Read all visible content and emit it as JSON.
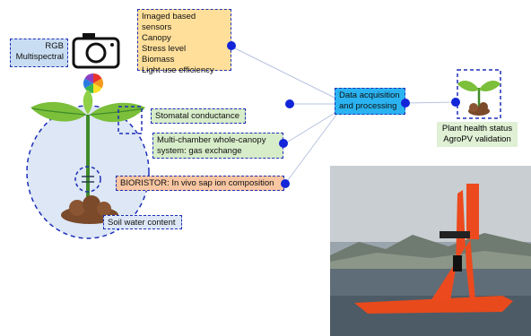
{
  "sensors": {
    "rgb_label": "RGB\nMultispectral",
    "image_box": [
      "Imaged based sensors",
      "Canopy",
      "Stress level",
      "Biomass",
      "Light use efficiency"
    ],
    "stomatal": "Stomatal conductance",
    "chamber": "Multi-chamber whole-canopy\nsystem:   gas exchange",
    "bioristor": "BIORISTOR: In vivo sap ion composition",
    "soil": "Soil water content"
  },
  "processing": {
    "label": "Data acquisition\nand processing"
  },
  "output": {
    "label": "Plant health status\nAgroPV validation"
  },
  "colors": {
    "rgb_fill": "#c9ddf2",
    "image_fill": "#ffdf9a",
    "green_fill": "#d7ecc9",
    "bioristor_fill": "#f8c6a2",
    "processing_fill": "#2ab3f0",
    "output_fill": "#dff0d4",
    "dot": "#1225d8",
    "dash": "#1e2fb8"
  },
  "icons": [
    "camera-icon",
    "color-wheel-icon",
    "plant-icon",
    "soil-icon",
    "seedling-icon",
    "drone-boat-photo"
  ]
}
